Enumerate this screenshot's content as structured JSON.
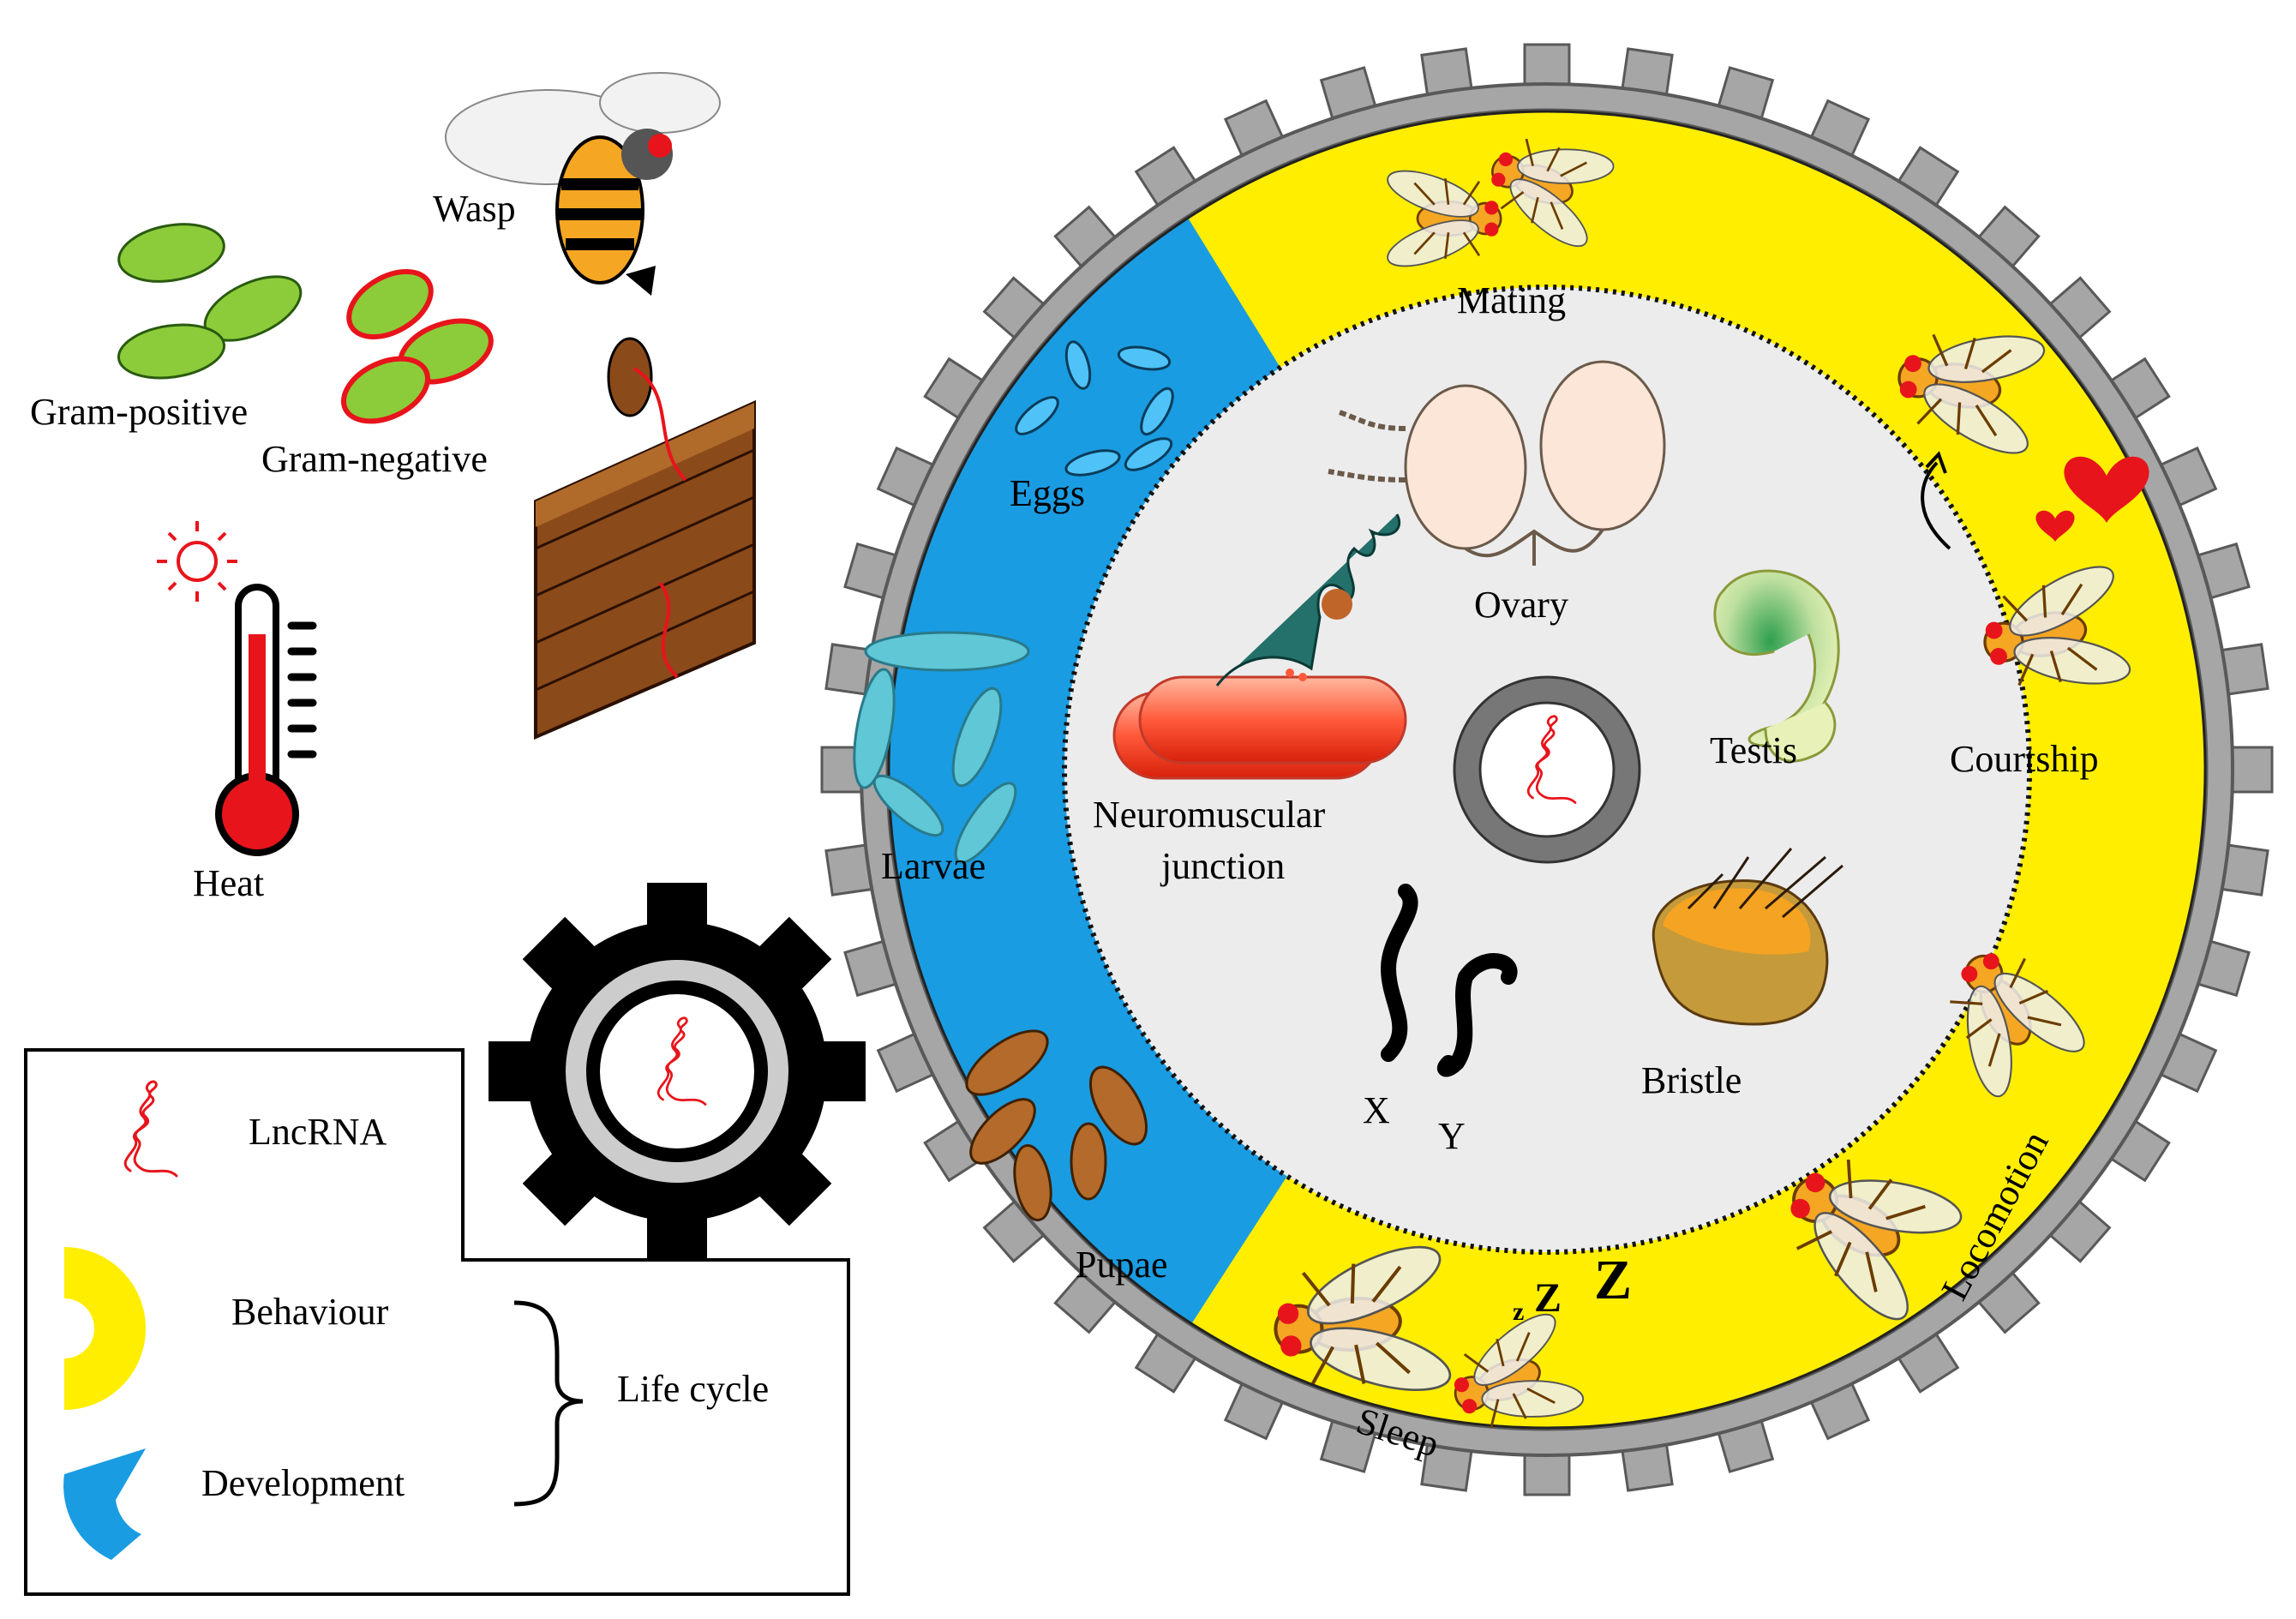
{
  "stressors": {
    "wasp": "Wasp",
    "gram_positive": "Gram-positive",
    "gram_negative": "Gram-negative",
    "heat": "Heat"
  },
  "development": {
    "eggs": "Eggs",
    "larvae": "Larvae",
    "pupae": "Pupae"
  },
  "behaviour": {
    "mating": "Mating",
    "courtship": "Courtship",
    "locomotion": "Locomotion",
    "sleep": "Sleep"
  },
  "tissues": {
    "ovary": "Ovary",
    "testis": "Testis",
    "nmj_line1": "Neuromuscular",
    "nmj_line2": "junction",
    "bristle": "Bristle",
    "x": "X",
    "y": "Y"
  },
  "legend": {
    "lncrna": "LncRNA",
    "behaviour": "Behaviour",
    "development": "Development",
    "life_cycle": "Life cycle"
  },
  "colors": {
    "gear": "#a6a6a6",
    "behaviour_yellow": "#ffee00",
    "development_blue": "#1a9ce2",
    "inner_grey": "#ececec",
    "lncrna_red": "#e8141b",
    "small_gear": "#000000"
  }
}
